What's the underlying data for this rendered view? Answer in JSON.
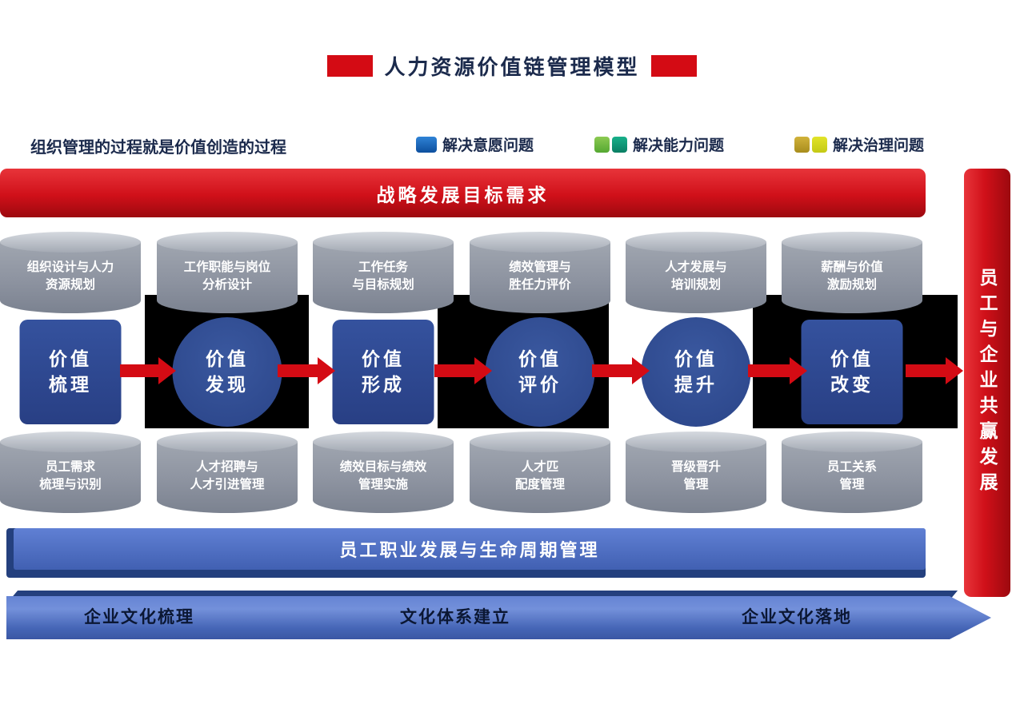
{
  "title": {
    "text": "人力资源价值链管理模型"
  },
  "intro_statement": "组织管理的过程就是价值创造的过程",
  "legend": [
    {
      "label": "解决意愿问题",
      "swatch_colors": [
        "#1766c5"
      ]
    },
    {
      "label": "解决能力问题",
      "swatch_colors": [
        "#6fbe44",
        "#0f9e7f"
      ]
    },
    {
      "label": "解决治理问题",
      "swatch_colors": [
        "#c3a52d",
        "#d9dc1f"
      ]
    }
  ],
  "banners": {
    "strategy": "战略发展目标需求",
    "right_vertical": "员工与企业共赢发展",
    "career": "员工职业发展与生命周期管理"
  },
  "flow_columns": [
    {
      "top_cylinder": [
        "组织设计与人力",
        "资源规划"
      ],
      "core": [
        "价值",
        "梳理"
      ],
      "core_shape": "square",
      "bottom_cylinder": [
        "员工需求",
        "梳理与识别"
      ]
    },
    {
      "top_cylinder": [
        "工作职能与岗位",
        "分析设计"
      ],
      "core": [
        "价值",
        "发现"
      ],
      "core_shape": "circle",
      "bottom_cylinder": [
        "人才招聘与",
        "人才引进管理"
      ]
    },
    {
      "top_cylinder": [
        "工作任务",
        "与目标规划"
      ],
      "core": [
        "价值",
        "形成"
      ],
      "core_shape": "square",
      "bottom_cylinder": [
        "绩效目标与绩效",
        "管理实施"
      ]
    },
    {
      "top_cylinder": [
        "绩效管理与",
        "胜任力评价"
      ],
      "core": [
        "价值",
        "评价"
      ],
      "core_shape": "circle",
      "bottom_cylinder": [
        "人才匹",
        "配度管理"
      ]
    },
    {
      "top_cylinder": [
        "人才发展与",
        "培训规划"
      ],
      "core": [
        "价值",
        "提升"
      ],
      "core_shape": "circle",
      "bottom_cylinder": [
        "晋级晋升",
        "管理"
      ]
    },
    {
      "top_cylinder": [
        "薪酬与价值",
        "激励规划"
      ],
      "core": [
        "价值",
        "改变"
      ],
      "core_shape": "square",
      "bottom_cylinder": [
        "员工关系",
        "管理"
      ]
    }
  ],
  "culture_bar": {
    "items": [
      "企业文化梳理",
      "文化体系建立",
      "企业文化落地"
    ]
  },
  "colors": {
    "accent_red": "#d40b14",
    "core_navy": "#2e4a92",
    "banner_blue": "#4a68b8",
    "cylinder_gray": "#8c919c",
    "title_navy": "#1b2a4c",
    "backdrop_black": "#000000"
  }
}
